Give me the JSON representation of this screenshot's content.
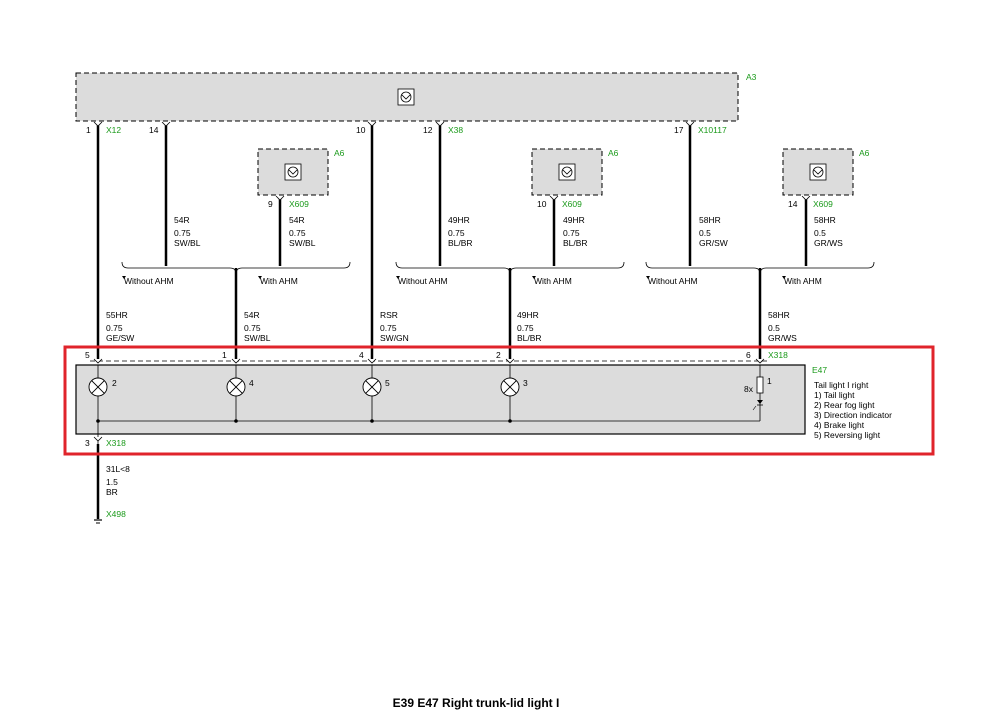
{
  "title": "E39 E47 Right trunk-lid light I",
  "colors": {
    "module_fill": "#dcdcdc",
    "connector_green": "#1a9a1a",
    "highlight": "#e0242b",
    "wire": "#000000"
  },
  "a3": {
    "label": "A3",
    "icon": "module-icon"
  },
  "a6": [
    {
      "label": "A6",
      "connector": "X609",
      "pin": "9"
    },
    {
      "label": "A6",
      "connector": "X609",
      "pin": "10"
    },
    {
      "label": "A6",
      "connector": "X609",
      "pin": "14"
    }
  ],
  "a3_pins": [
    {
      "pin": "1",
      "connector": "X12"
    },
    {
      "pin": "14",
      "connector": ""
    },
    {
      "pin": "10",
      "connector": ""
    },
    {
      "pin": "12",
      "connector": "X38"
    },
    {
      "pin": "17",
      "connector": "X10117"
    }
  ],
  "upper_wires": [
    {
      "signal": "54R",
      "size": "0.75",
      "color": "SW/BL"
    },
    {
      "signal": "54R",
      "size": "0.75",
      "color": "SW/BL"
    },
    {
      "signal": "49HR",
      "size": "0.75",
      "color": "BL/BR"
    },
    {
      "signal": "49HR",
      "size": "0.75",
      "color": "BL/BR"
    },
    {
      "signal": "58HR",
      "size": "0.5",
      "color": "GR/SW"
    },
    {
      "signal": "58HR",
      "size": "0.5",
      "color": "GR/WS"
    }
  ],
  "options": [
    {
      "without": "Without AHM",
      "with": "With AHM"
    },
    {
      "without": "Without AHM",
      "with": "With AHM"
    },
    {
      "without": "Without AHM",
      "with": "With AHM"
    }
  ],
  "lower_wires": [
    {
      "signal": "55HR",
      "size": "0.75",
      "color": "GE/SW"
    },
    {
      "signal": "54R",
      "size": "0.75",
      "color": "SW/BL"
    },
    {
      "signal": "RSR",
      "size": "0.75",
      "color": "SW/GN"
    },
    {
      "signal": "49HR",
      "size": "0.75",
      "color": "BL/BR"
    },
    {
      "signal": "58HR",
      "size": "0.5",
      "color": "GR/WS"
    }
  ],
  "e47": {
    "label": "E47",
    "connector_top": "X318",
    "connector_bottom": "X318",
    "pins_top": [
      "5",
      "1",
      "4",
      "2",
      "6"
    ],
    "pin_bottom": "3",
    "lamps": [
      "2",
      "4",
      "5",
      "3"
    ],
    "led": {
      "number": "1",
      "count": "8x"
    },
    "description": [
      "Tail light I right",
      "1) Tail light",
      "2) Rear fog light",
      "3) Direction indicator",
      "4) Brake light",
      "5) Reversing light"
    ]
  },
  "ground_wire": {
    "signal": "31L<8",
    "size": "1.5",
    "color": "BR",
    "ground": "X498"
  }
}
